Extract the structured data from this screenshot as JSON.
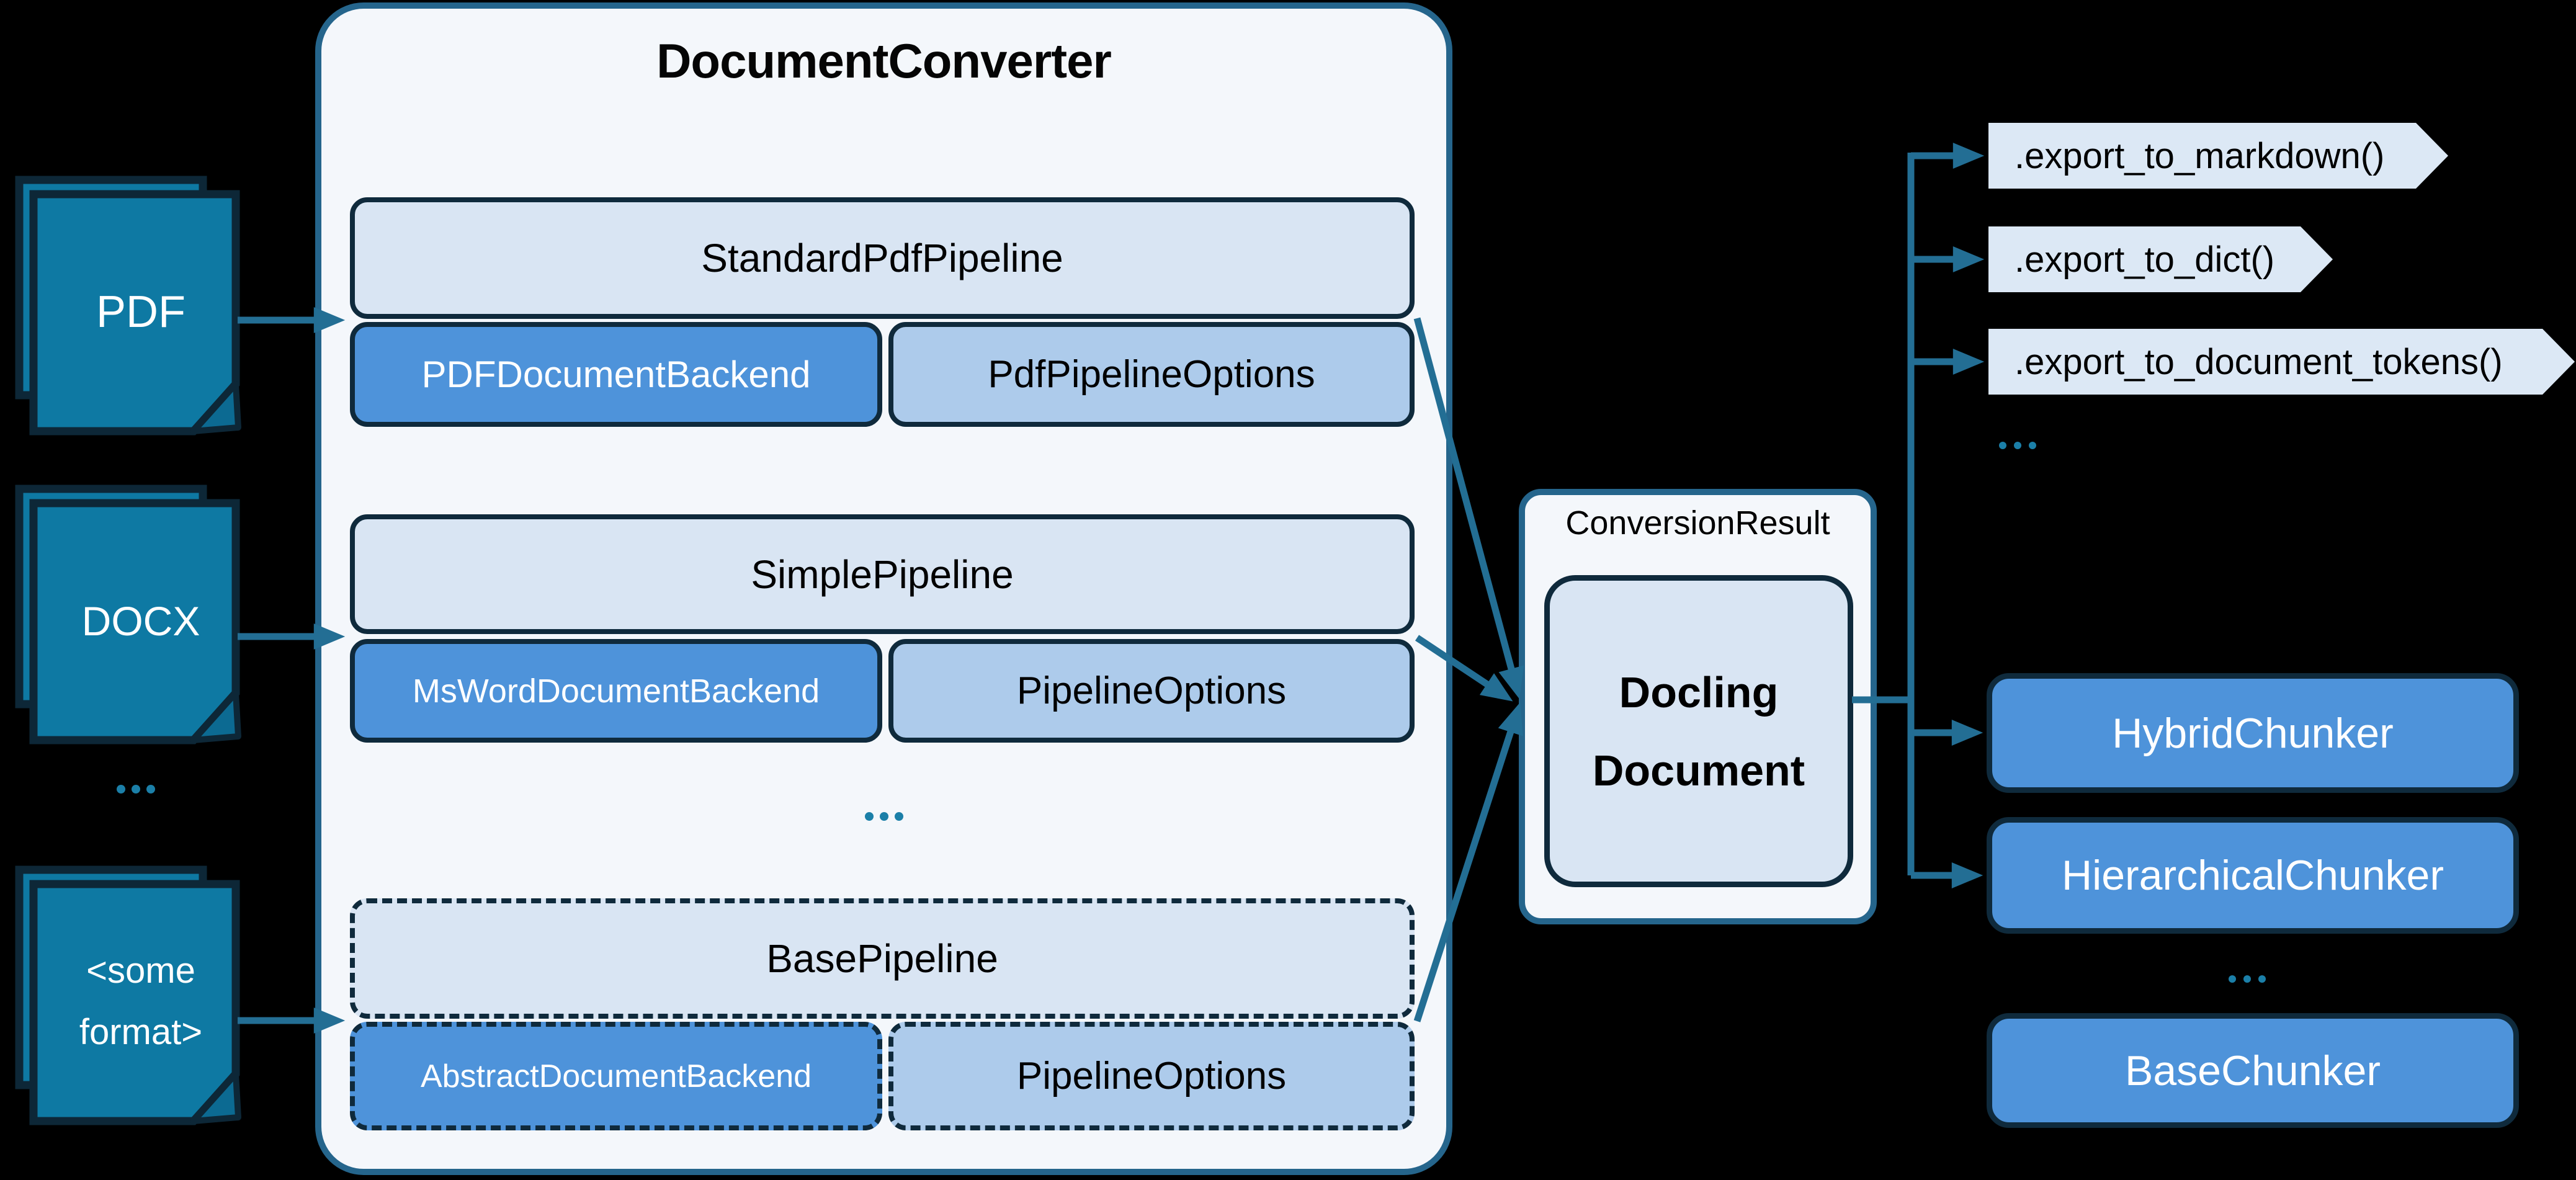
{
  "colors": {
    "background": "#000000",
    "arrow_teal": "#236E94",
    "dots_teal": "#1B7FA8",
    "document_fill": "#0E79A3",
    "dark_navy_border": "#0F2A3C",
    "panel_fill": "#F4F7FB",
    "panel_border": "#25658C",
    "light_blue": "#D9E5F3",
    "mid_blue": "#4E93DA",
    "pale_blue": "#ADCBEB",
    "chevron_fill": "#DCE8F5"
  },
  "inputs": {
    "pdf": {
      "label": "PDF"
    },
    "docx": {
      "label": "DOCX"
    },
    "some_format": {
      "lines": [
        "<some",
        "format>"
      ]
    },
    "ellipsis": "..."
  },
  "converter": {
    "title": "DocumentConverter",
    "pipelines": [
      {
        "name": "StandardPdfPipeline",
        "backend": "PDFDocumentBackend",
        "options": "PdfPipelineOptions",
        "dashed": false
      },
      {
        "name": "SimplePipeline",
        "backend": "MsWordDocumentBackend",
        "options": "PipelineOptions",
        "dashed": false
      },
      {
        "name": "BasePipeline",
        "backend": "AbstractDocumentBackend",
        "options": "PipelineOptions",
        "dashed": true
      }
    ],
    "ellipsis": "..."
  },
  "result": {
    "label": "ConversionResult",
    "document": "Docling Document"
  },
  "exports": {
    "methods": [
      ".export_to_markdown()",
      ".export_to_dict()",
      ".export_to_document_tokens()"
    ],
    "ellipsis": "..."
  },
  "chunkers": {
    "items": [
      {
        "label": "HybridChunker",
        "dashed": false
      },
      {
        "label": "HierarchicalChunker",
        "dashed": false
      },
      {
        "label": "BaseChunker",
        "dashed": true
      }
    ],
    "ellipsis": "..."
  }
}
